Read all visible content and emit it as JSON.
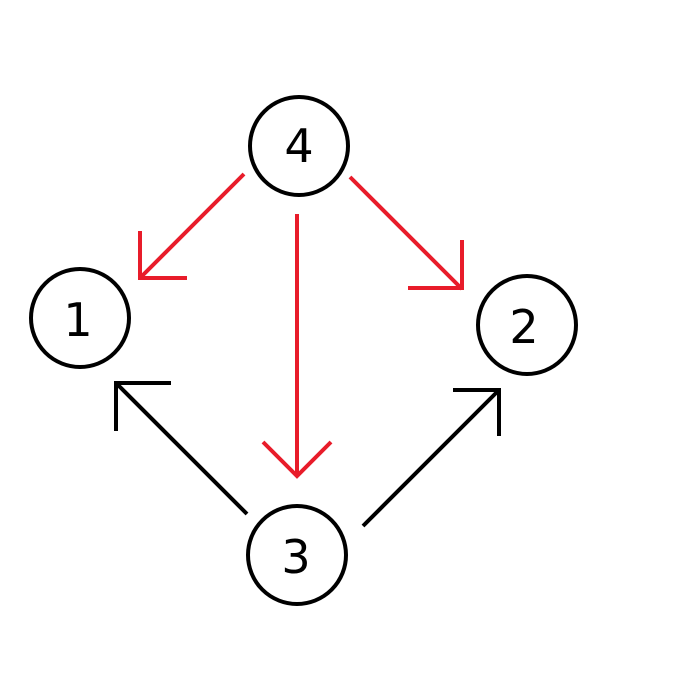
{
  "diagram": {
    "background": "#ffffff",
    "colors": {
      "red_edge": "#e81c2a",
      "black_edge": "#000000"
    },
    "nodes": [
      {
        "id": "n4",
        "label": "4"
      },
      {
        "id": "n1",
        "label": "1"
      },
      {
        "id": "n2",
        "label": "2"
      },
      {
        "id": "n3",
        "label": "3"
      }
    ],
    "edges": [
      {
        "from": "4",
        "to": "1",
        "color": "red"
      },
      {
        "from": "4",
        "to": "3",
        "color": "red"
      },
      {
        "from": "4",
        "to": "2",
        "color": "red"
      },
      {
        "from": "3",
        "to": "1",
        "color": "black"
      },
      {
        "from": "3",
        "to": "2",
        "color": "black"
      }
    ]
  }
}
